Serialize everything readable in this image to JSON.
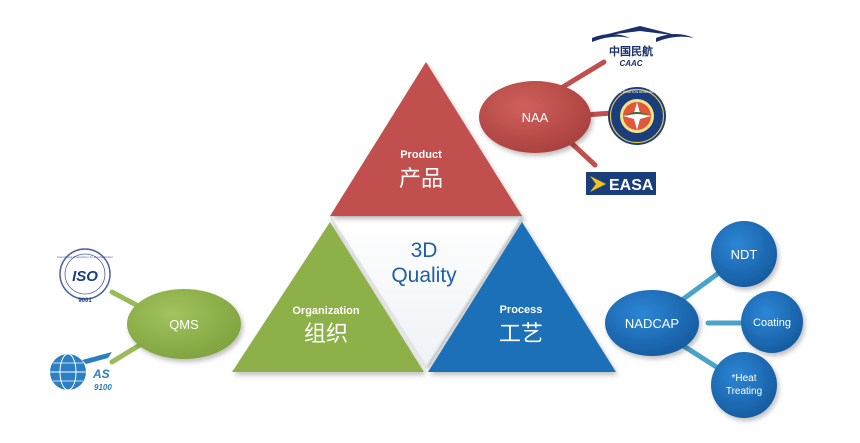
{
  "center": {
    "line1": "3D",
    "line2": "Quality"
  },
  "triangles": {
    "product": {
      "en": "Product",
      "zh": "产品",
      "color": "#c0504d"
    },
    "organization": {
      "en": "Organization",
      "zh": "组织",
      "color": "#8db04a"
    },
    "process": {
      "en": "Process",
      "zh": "工艺",
      "color": "#1f6fb8"
    }
  },
  "nodes": {
    "naa": {
      "label": "NAA",
      "color": "#c0504d"
    },
    "qms": {
      "label": "QMS",
      "color": "#8db04a"
    },
    "nadcap": {
      "label": "NADCAP",
      "color": "#1f6fb8"
    },
    "ndt": {
      "label": "NDT",
      "color": "#1f6fb8"
    },
    "coating": {
      "label": "Coating",
      "color": "#1f6fb8"
    },
    "heat": {
      "line1": "*Heat",
      "line2": "Treating",
      "color": "#1f6fb8"
    }
  },
  "logos": {
    "caac": {
      "zh": "中国民航",
      "en": "CAAC",
      "icon": "caac-wings-icon"
    },
    "faa": {
      "icon": "faa-seal-icon",
      "ring_text": "FEDERAL AVIATION ADMINISTRATION"
    },
    "easa": {
      "text": "EASA",
      "icon": "easa-logo-icon"
    },
    "iso": {
      "text": "ISO",
      "number": "9001",
      "ring_text": "International Organization for Standardization",
      "icon": "iso-badge-icon"
    },
    "as": {
      "text": "AS",
      "number": "9100",
      "icon": "as9100-globe-icon"
    }
  },
  "colors": {
    "center_text": "#1f5fa8",
    "line_red": "#c0504d",
    "line_green": "#9bbb59",
    "line_blue": "#4aa3c8"
  }
}
